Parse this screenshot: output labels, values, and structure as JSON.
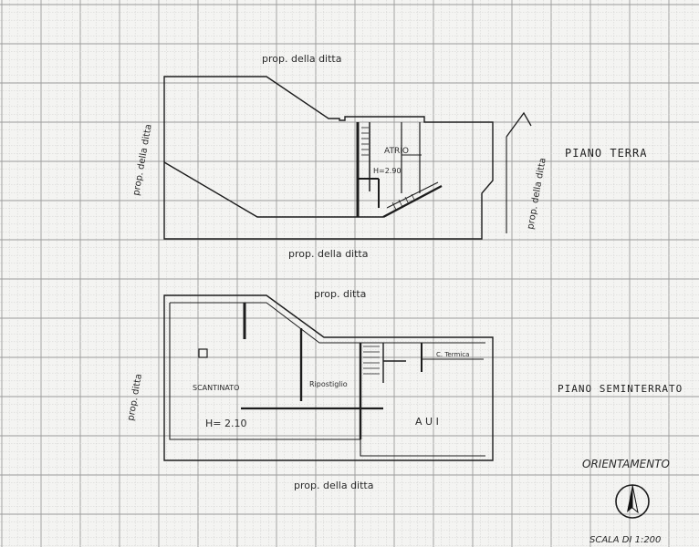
{
  "upper_plan": {
    "label_top": "prop. della ditta",
    "label_bottom": "prop. della ditta",
    "label_left": "prop. della ditta",
    "label_right": "prop. della ditta",
    "room_atrio": "ATRIO",
    "room_height": "H=2.90",
    "title": "PIANO TERRA"
  },
  "lower_plan": {
    "label_top": "prop. ditta",
    "label_bottom": "prop. della ditta",
    "label_left": "prop. ditta",
    "room_scantinato": "SCANTINATO",
    "room_ripostiglio": "Ripostiglio",
    "room_centrale": "C. Termica",
    "room_aui": "A U I",
    "room_height": "H= 2.10",
    "title": "PIANO SEMINTERRATO"
  },
  "orientation": {
    "title": "ORIENTAMENTO",
    "scale": "SCALA DI 1:200",
    "icon": "north-arrow-icon"
  }
}
